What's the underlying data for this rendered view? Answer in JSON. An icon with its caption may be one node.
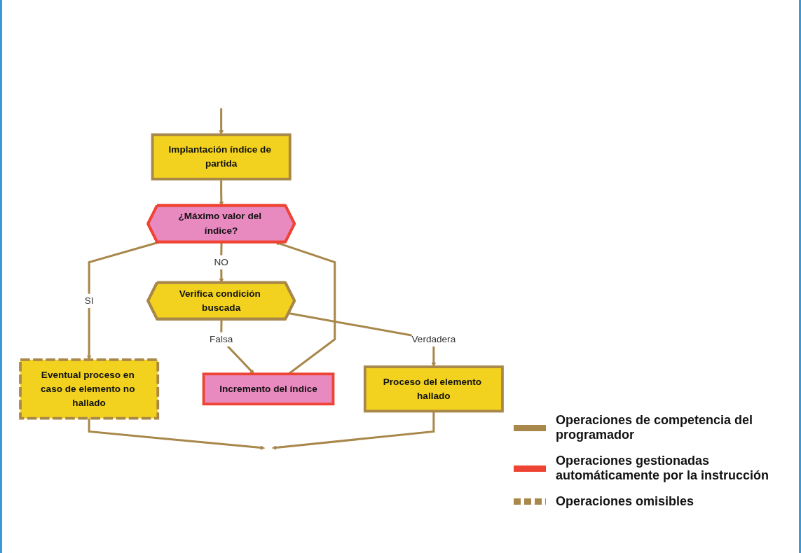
{
  "diagram": {
    "nodes": [
      {
        "text": [
          "Implantación índice de partida"
        ]
      },
      {
        "text": [
          "¿Máximo valor del índice?"
        ]
      },
      {
        "text": [
          "Eventual proceso en caso de elemento no hallado"
        ]
      },
      {
        "text": [
          "Verifica condición buscada"
        ]
      },
      {
        "text": [
          "Incremento del índice"
        ]
      },
      {
        "text": [
          "Proceso del elemento hallado"
        ]
      }
    ],
    "edges": [
      {
        "from": null,
        "to": 0,
        "arrow": "to"
      },
      {
        "from": 0,
        "to": 1,
        "arrow": "to"
      },
      {
        "from": 1,
        "to": 2,
        "label": "SI",
        "arrow": "to"
      },
      {
        "from": 1,
        "to": 3,
        "label": "NO",
        "arrow": "to"
      },
      {
        "from": 3,
        "to": 4,
        "label": "Falsa",
        "arrow": "to"
      },
      {
        "from": 4,
        "to": 1,
        "arrow": "to"
      },
      {
        "from": 3,
        "to": 5,
        "label": "Verdadera",
        "arrow": "to"
      },
      {
        "from": 2,
        "to": null,
        "arrow": "to"
      },
      {
        "from": 5,
        "to": null,
        "arrow": "to"
      }
    ],
    "legend": [
      {
        "text": "Operaciones de competencia del programador",
        "color": "#a8874a"
      },
      {
        "text": "Operaciones gestionadas automáticamente por la instrucción",
        "color": "#ee4433"
      },
      {
        "text": "Operaciones omisibles"
      }
    ]
  }
}
